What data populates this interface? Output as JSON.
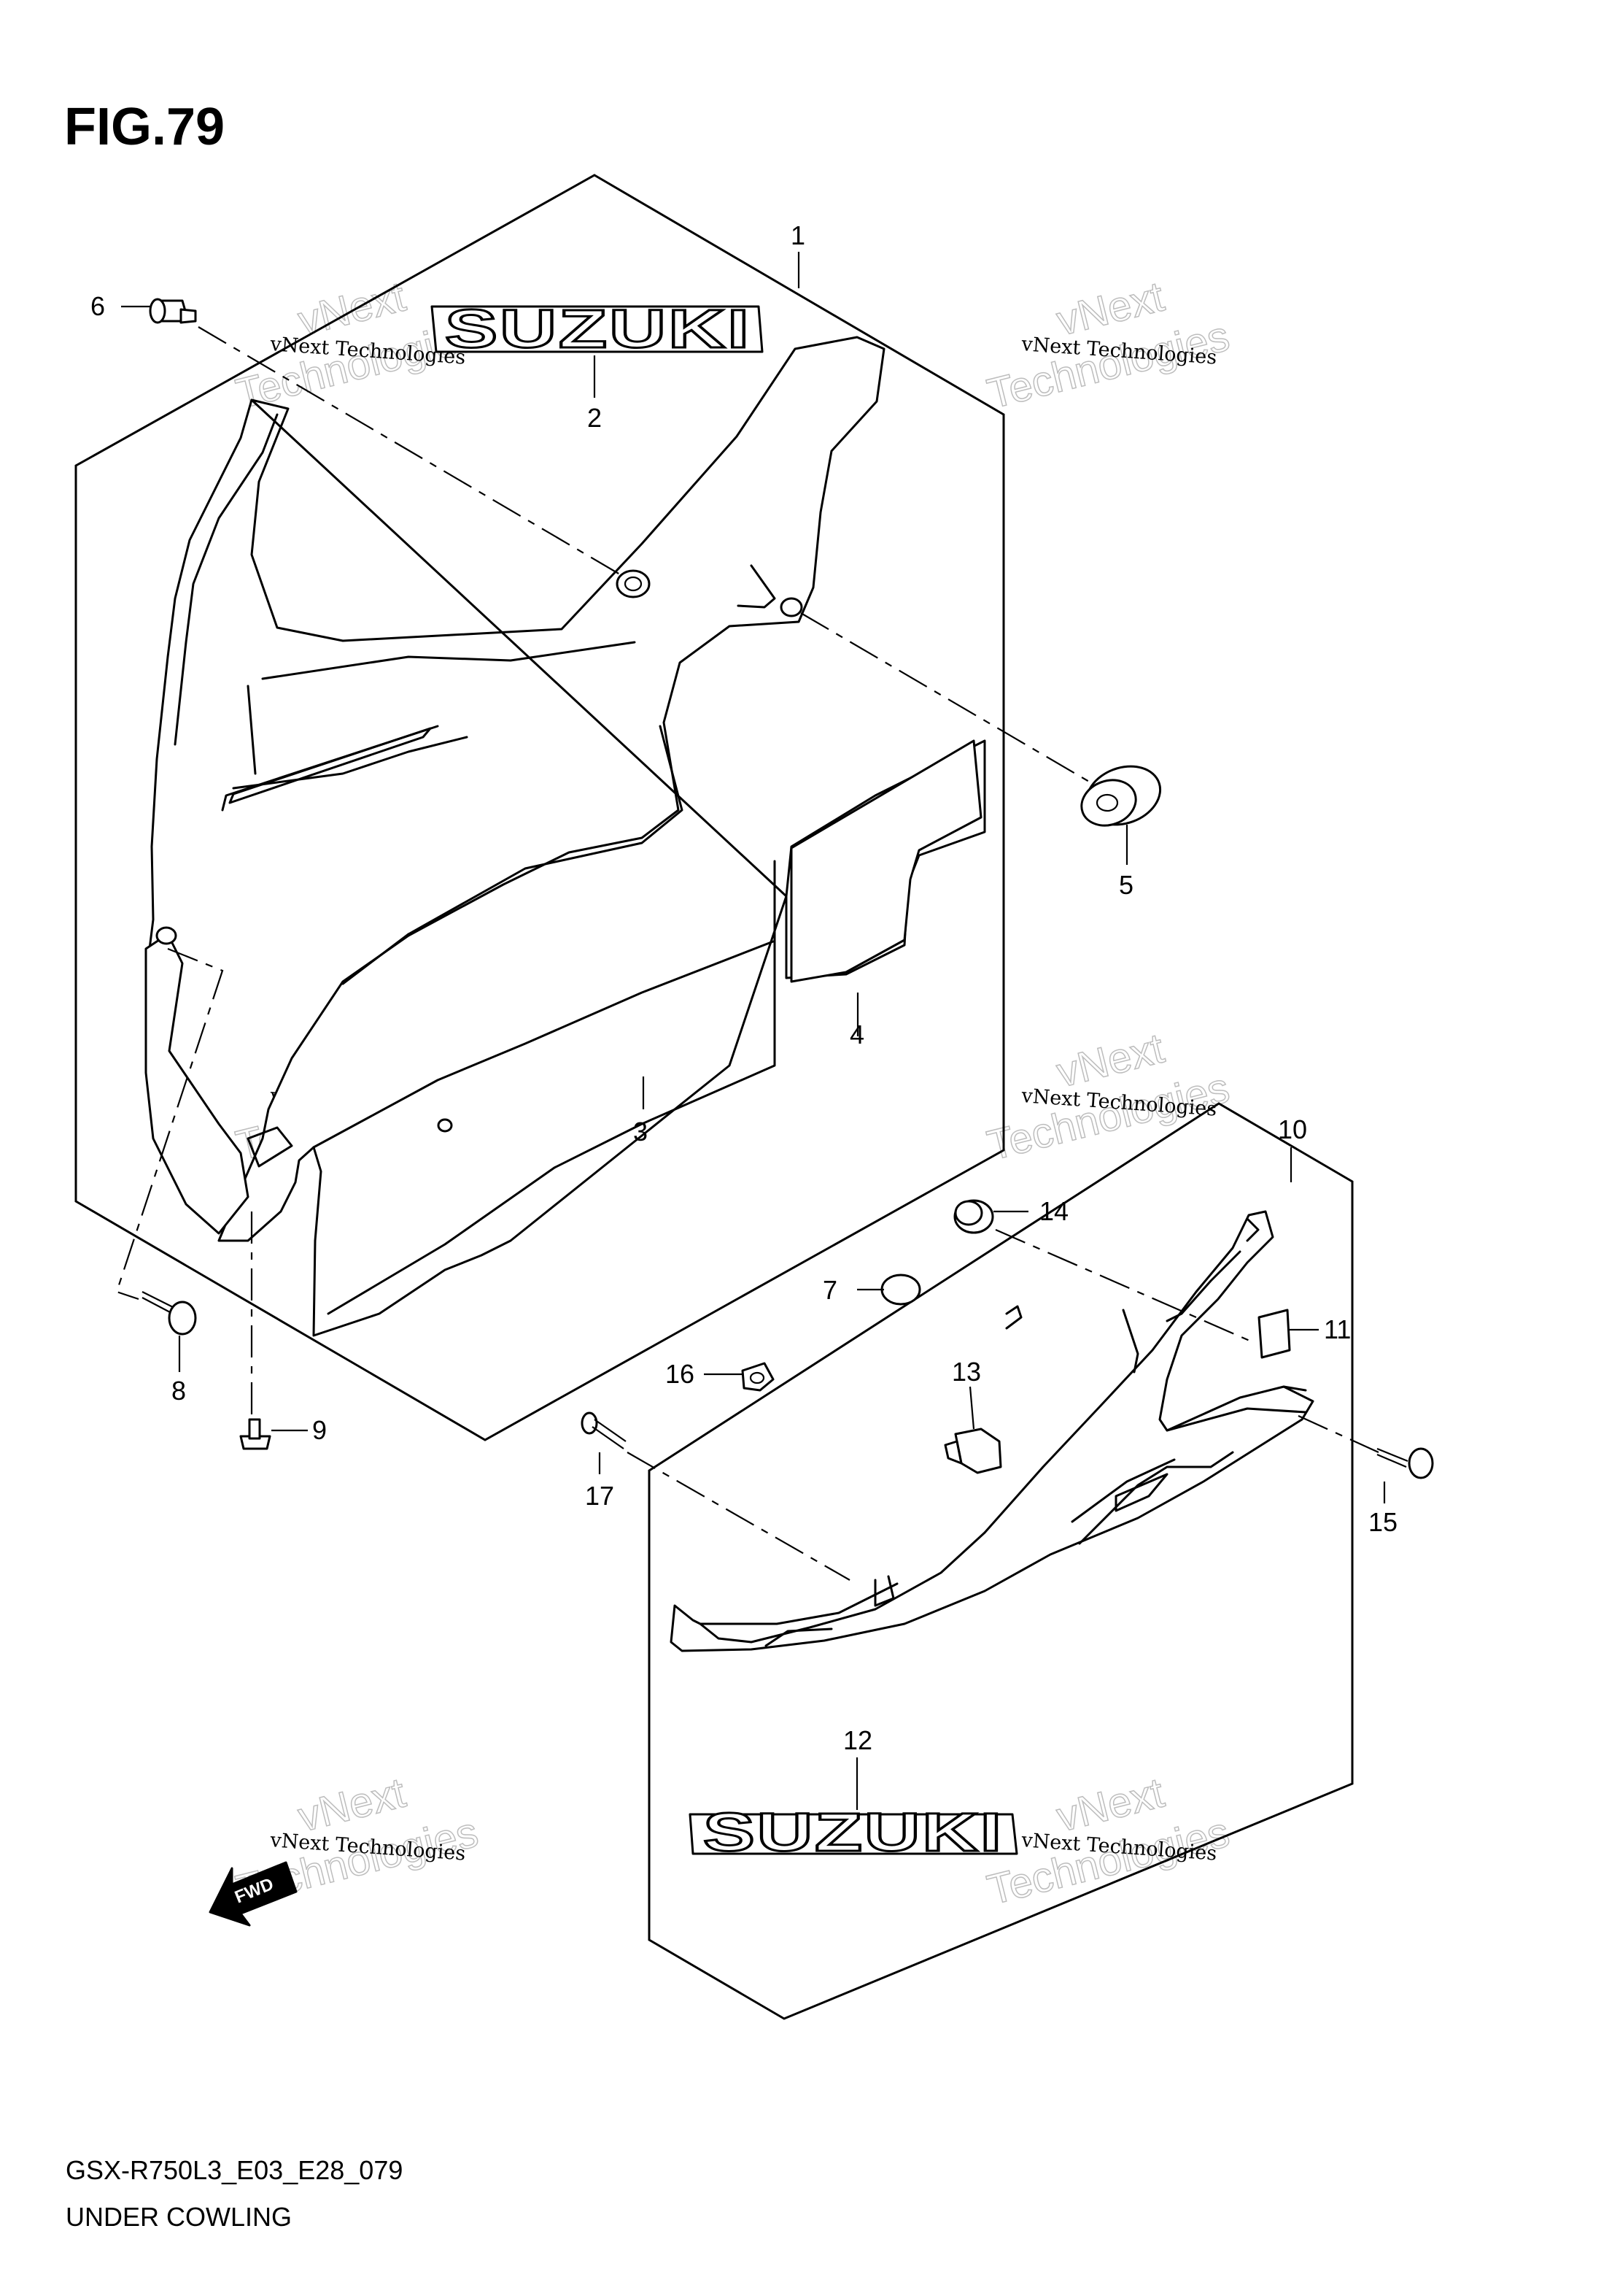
{
  "figure": {
    "title": "FIG.79",
    "model_code": "GSX-R750L3_E03_E28_079",
    "section_name": "UNDER COWLING"
  },
  "watermark": {
    "small_text": "vNext Technologies",
    "big_line1": "vNext",
    "big_line2": "Technologies"
  },
  "logos": {
    "upper_decal": "SUZUKI",
    "lower_decal": "SUZUKI",
    "direction_arrow": "FWD"
  },
  "callouts": {
    "c1": "1",
    "c2": "2",
    "c3": "3",
    "c4": "4",
    "c5": "5",
    "c6": "6",
    "c7": "7",
    "c8": "8",
    "c9": "9",
    "c10": "10",
    "c11": "11",
    "c12": "12",
    "c13": "13",
    "c14": "14",
    "c15": "15",
    "c16": "16",
    "c17": "17"
  },
  "colors": {
    "ink": "#000000",
    "paper": "#ffffff",
    "watermark_outline": "#bdbdbd"
  }
}
